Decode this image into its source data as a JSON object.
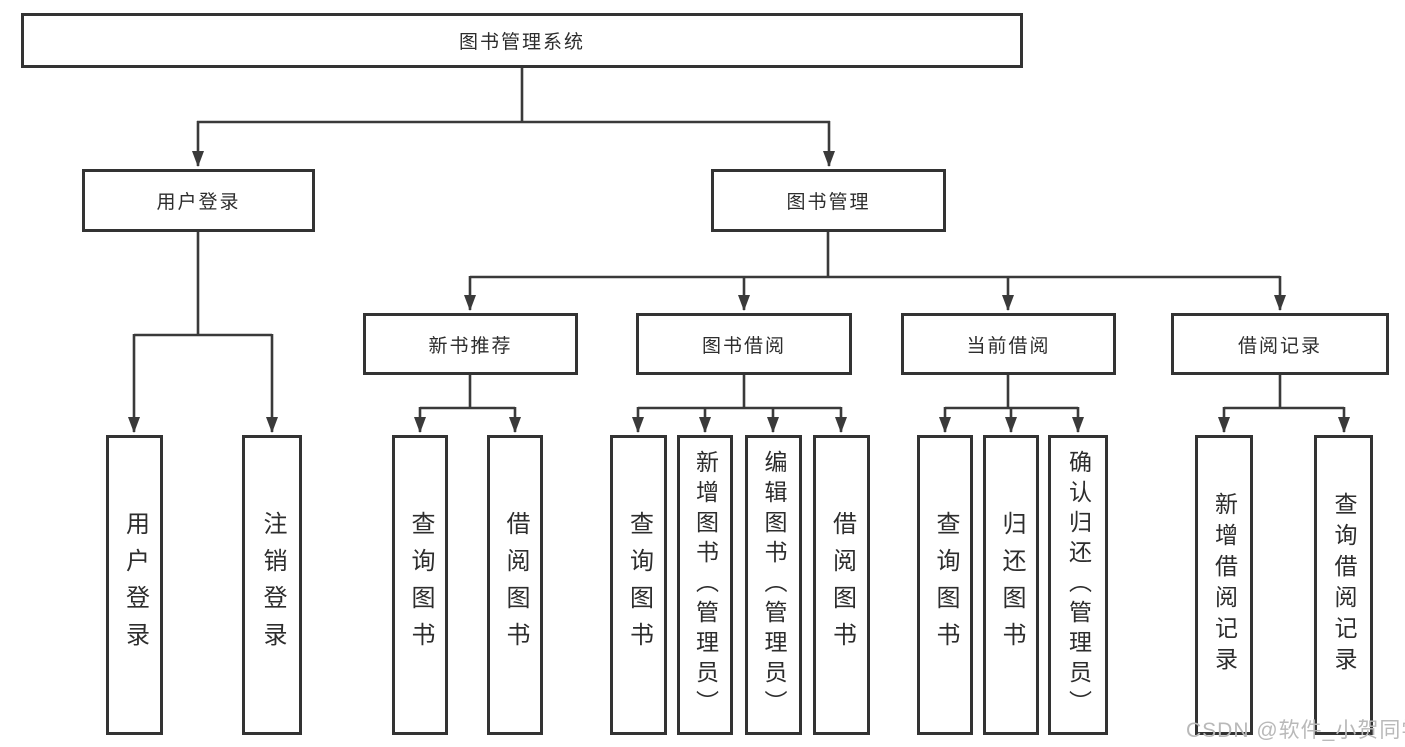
{
  "diagram": {
    "nodes": {
      "root": "图书管理系统",
      "level2": [
        "用户登录",
        "图书管理"
      ],
      "level3": [
        "新书推荐",
        "图书借阅",
        "当前借阅",
        "借阅记录"
      ],
      "leaves": [
        "用户登录",
        "注销登录",
        "查询图书",
        "借阅图书",
        "查询图书",
        "新增图书（管理员）",
        "编辑图书（管理员）",
        "借阅图书",
        "查询图书",
        "归还图书",
        "确认归还（管理员）",
        "新增借阅记录",
        "查询借阅记录"
      ]
    },
    "structure": {
      "图书管理系统": [
        "用户登录",
        "图书管理"
      ],
      "用户登录": [
        "用户登录",
        "注销登录"
      ],
      "图书管理": [
        "新书推荐",
        "图书借阅",
        "当前借阅",
        "借阅记录"
      ],
      "新书推荐": [
        "查询图书",
        "借阅图书"
      ],
      "图书借阅": [
        "查询图书",
        "新增图书（管理员）",
        "编辑图书（管理员）",
        "借阅图书"
      ],
      "当前借阅": [
        "查询图书",
        "归还图书",
        "确认归还（管理员）"
      ],
      "借阅记录": [
        "新增借阅记录",
        "查询借阅记录"
      ]
    }
  },
  "watermark": {
    "text": "CSDN @软件_小贺同学"
  },
  "colors": {
    "box_border": "#333333",
    "connector": "#3a3a3a",
    "text": "#2d2d2d",
    "watermark_text": "#b9b9b9",
    "background": "#ffffff"
  }
}
